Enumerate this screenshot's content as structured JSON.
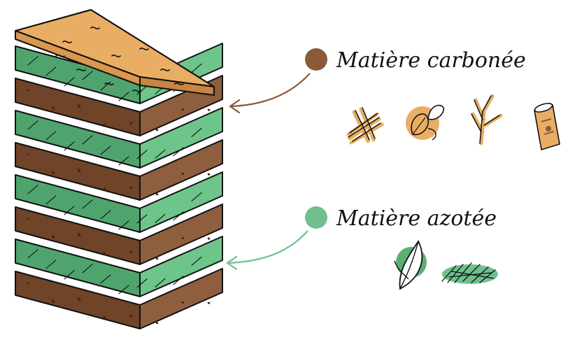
{
  "legend": {
    "carbon": {
      "label": "Matière carbonée",
      "color": "#8a5a3b"
    },
    "nitrogen": {
      "label": "Matière azotée",
      "color": "#6fc08e"
    }
  },
  "carbon_icons": [
    "dry-grass-icon",
    "dead-leaves-icon",
    "twigs-icon",
    "cardboard-tube-icon"
  ],
  "nitrogen_icons": [
    "green-leaf-icon",
    "grass-clippings-icon"
  ],
  "layers": [
    "green",
    "brown",
    "green",
    "brown",
    "green",
    "brown",
    "green",
    "brown"
  ],
  "colors": {
    "straw": "#e9ae63",
    "straw_accent": "#efb35e",
    "brown_top": "#8e5e3e",
    "brown_side": "#6f4429",
    "green_top": "#6ec58b",
    "green_side": "#4fa46e",
    "outline": "#111111"
  }
}
